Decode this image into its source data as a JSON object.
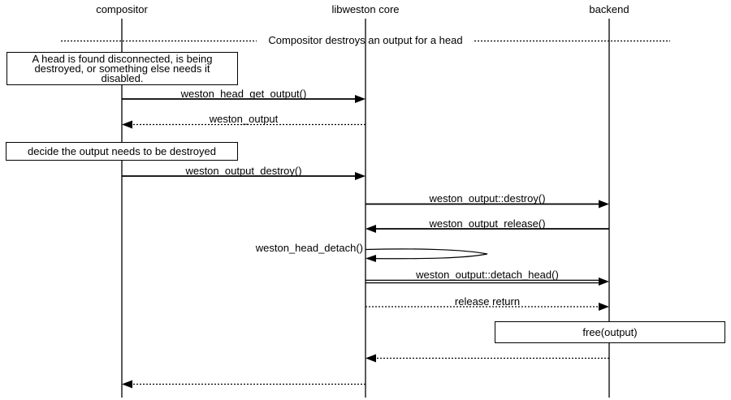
{
  "actors": [
    {
      "label": "compositor"
    },
    {
      "label": "libweston core"
    },
    {
      "label": "backend"
    }
  ],
  "divider": {
    "label": "Compositor destroys an output for a head"
  },
  "notes": [
    {
      "lines": [
        "A head is found disconnected, is being",
        "destroyed, or something else needs it",
        "disabled."
      ]
    },
    {
      "lines": [
        "decide the output needs to be destroyed"
      ]
    }
  ],
  "messages": [
    {
      "label": "weston_head_get_output()",
      "from": "compositor",
      "to": "libweston core",
      "kind": "call"
    },
    {
      "label": "weston_output",
      "from": "libweston core",
      "to": "compositor",
      "kind": "return"
    },
    {
      "label": "weston_output_destroy()",
      "from": "compositor",
      "to": "libweston core",
      "kind": "call"
    },
    {
      "label": "weston_output::destroy()",
      "from": "libweston core",
      "to": "backend",
      "kind": "call"
    },
    {
      "label": "weston_output_release()",
      "from": "backend",
      "to": "libweston core",
      "kind": "call"
    },
    {
      "label": "weston_head_detach()",
      "from": "libweston core",
      "to": "libweston core",
      "kind": "self-call"
    },
    {
      "label": "weston_output::detach_head()",
      "from": "libweston core",
      "to": "backend",
      "kind": "emphasized-call"
    },
    {
      "label": "release return",
      "from": "libweston core",
      "to": "backend",
      "kind": "return"
    },
    {
      "label": "free(output)",
      "on": "backend",
      "kind": "action-box"
    },
    {
      "label": "",
      "from": "backend",
      "to": "libweston core",
      "kind": "return"
    },
    {
      "label": "",
      "from": "libweston core",
      "to": "compositor",
      "kind": "return"
    }
  ],
  "colors": {
    "stroke": "#000000",
    "background": "#ffffff"
  }
}
